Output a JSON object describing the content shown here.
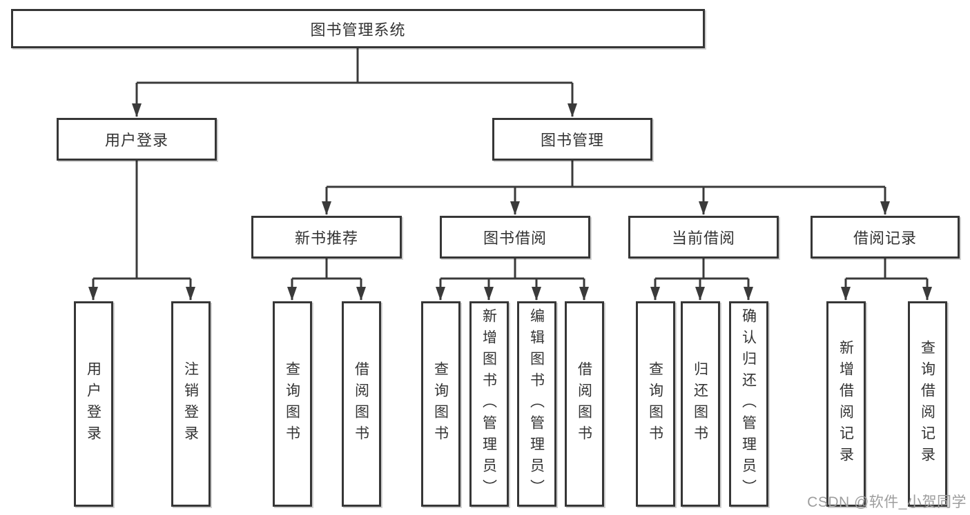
{
  "diagram": {
    "title": "图书管理系统",
    "watermark": "CSDN @软件_小贺同学",
    "colors": {
      "line": "#3a3a3a",
      "box_border": "#363636",
      "text": "#333333",
      "background": "#ffffff",
      "watermark": "#9d9d9d"
    },
    "nodes": {
      "root": {
        "label": "图书管理系统"
      },
      "user_login": {
        "label": "用户登录"
      },
      "book_mgmt": {
        "label": "图书管理"
      },
      "new_book_rec": {
        "label": "新书推荐"
      },
      "book_borrow": {
        "label": "图书借阅"
      },
      "current_borrow": {
        "label": "当前借阅"
      },
      "borrow_records": {
        "label": "借阅记录"
      },
      "leaf_user_login": {
        "label": "用户登录"
      },
      "leaf_logout": {
        "label": "注销登录"
      },
      "leaf_query_books_rec": {
        "label": "查询图书"
      },
      "leaf_borrow_books_rec": {
        "label": "借阅图书"
      },
      "leaf_query_books_bor": {
        "label": "查询图书"
      },
      "leaf_add_books_admin": {
        "label": "新增图书（管理员）"
      },
      "leaf_edit_books_admin": {
        "label": "编辑图书（管理员）"
      },
      "leaf_borrow_books_bor": {
        "label": "借阅图书"
      },
      "leaf_query_books_cur": {
        "label": "查询图书"
      },
      "leaf_return_books": {
        "label": "归还图书"
      },
      "leaf_confirm_return_admin": {
        "label": "确认归还（管理员）"
      },
      "leaf_add_borrow_record": {
        "label": "新增借阅记录"
      },
      "leaf_query_borrow_record": {
        "label": "查询借阅记录"
      }
    },
    "edges": [
      "root->user_login",
      "root->book_mgmt",
      "user_login->leaf_user_login",
      "user_login->leaf_logout",
      "book_mgmt->new_book_rec",
      "book_mgmt->book_borrow",
      "book_mgmt->current_borrow",
      "book_mgmt->borrow_records",
      "new_book_rec->leaf_query_books_rec",
      "new_book_rec->leaf_borrow_books_rec",
      "book_borrow->leaf_query_books_bor",
      "book_borrow->leaf_add_books_admin",
      "book_borrow->leaf_edit_books_admin",
      "book_borrow->leaf_borrow_books_bor",
      "current_borrow->leaf_query_books_cur",
      "current_borrow->leaf_return_books",
      "current_borrow->leaf_confirm_return_admin",
      "borrow_records->leaf_add_borrow_record",
      "borrow_records->leaf_query_borrow_record"
    ]
  }
}
